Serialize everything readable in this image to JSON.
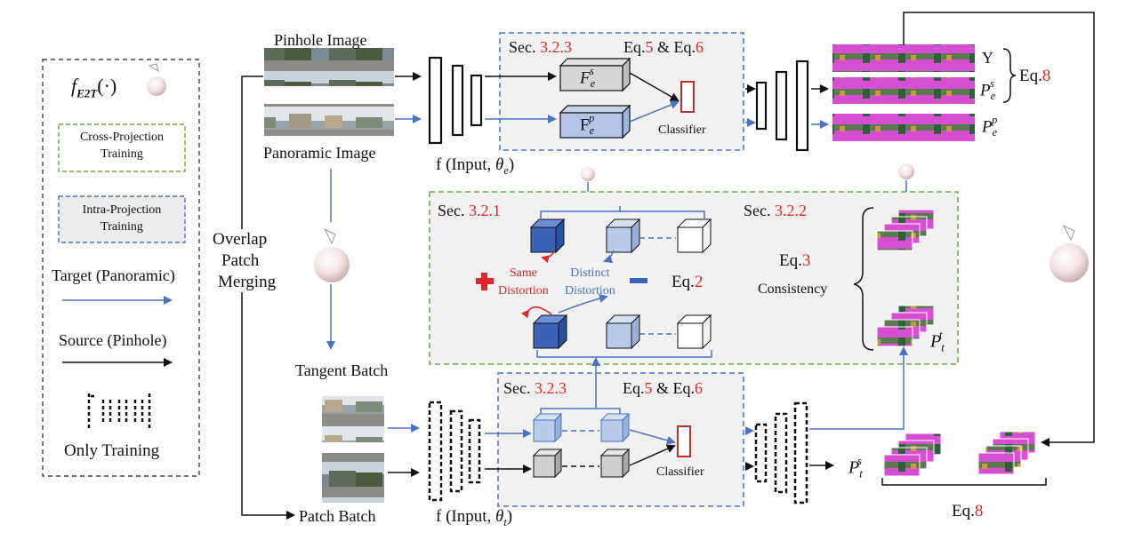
{
  "legend": {
    "function": "f",
    "function_sub": "E2T",
    "function_args": "(·)",
    "cross_projection": "Cross-Projection Training",
    "cross_projection_l1": "Cross-Projection",
    "cross_projection_l2": "Training",
    "intra_projection_l1": "Intra-Projection",
    "intra_projection_l2": "Training",
    "target_label": "Target (Panoramic)",
    "source_label": "Source (Pinhole)",
    "only_training": "Only Training"
  },
  "inputs": {
    "pinhole_image": "Pinhole Image",
    "panoramic_image": "Panoramic Image",
    "overlap_l1": "Overlap",
    "overlap_l2": "Patch",
    "overlap_l3": "Merging",
    "tangent_batch": "Tangent Batch",
    "patch_batch": "Patch Batch"
  },
  "encoder_top": {
    "label_prefix": "f (Input, ",
    "label_theta": "θ",
    "label_sub": "e",
    "label_suffix": ")",
    "sec": "Sec. ",
    "sec_num": "3.2.3",
    "eq": "Eq.",
    "eq5": "5",
    "amp": " & Eq.",
    "eq6": "6",
    "fes": "F",
    "fes_sub": "e",
    "fes_sup": "s",
    "fep": "F",
    "fep_sub": "e",
    "fep_sup": "p",
    "classifier": "Classifier"
  },
  "encoder_bottom": {
    "label_prefix": "f (Input, ",
    "label_theta": "θ",
    "label_sub": "t",
    "label_suffix": ")",
    "sec": "Sec. ",
    "sec_num": "3.2.3",
    "eq": "Eq.",
    "eq5": "5",
    "amp": " & Eq.",
    "eq6": "6",
    "classifier": "Classifier"
  },
  "middle": {
    "sec_left": "Sec. ",
    "sec_left_num": "3.2.1",
    "sec_right": "Sec. ",
    "sec_right_num": "3.2.2",
    "same_l1": "Same",
    "same_l2": "Distortion",
    "distinct_l1": "Distinct",
    "distinct_l2": "Distortion",
    "eq2": "Eq.",
    "eq2_num": "2",
    "eq3": "Eq.",
    "eq3_num": "3",
    "consistency": "Consistency",
    "plus": "+",
    "minus": "−"
  },
  "outputs": {
    "Y": "Y",
    "pes": "P",
    "pes_sub": "e",
    "pes_sup": "s",
    "pep": "P",
    "pep_sub": "e",
    "pep_sup": "p",
    "eq8": "Eq.",
    "eq8_num": "8",
    "ptt": "P",
    "ptt_sub": "t",
    "ptt_sup": "t",
    "pts": "P",
    "pts_sub": "t",
    "pts_sup": "s",
    "eq8_bottom": "Eq.",
    "eq8_bottom_num": "8"
  },
  "colors": {
    "red": "#e0262b",
    "blue_line": "#4a74c0",
    "green_dash": "#6aaa3a",
    "blue_dash": "#4a74c0",
    "cube_dark": "#3d63b8",
    "cube_light": "#b8cbe8",
    "magenta": "#d64fd3"
  }
}
